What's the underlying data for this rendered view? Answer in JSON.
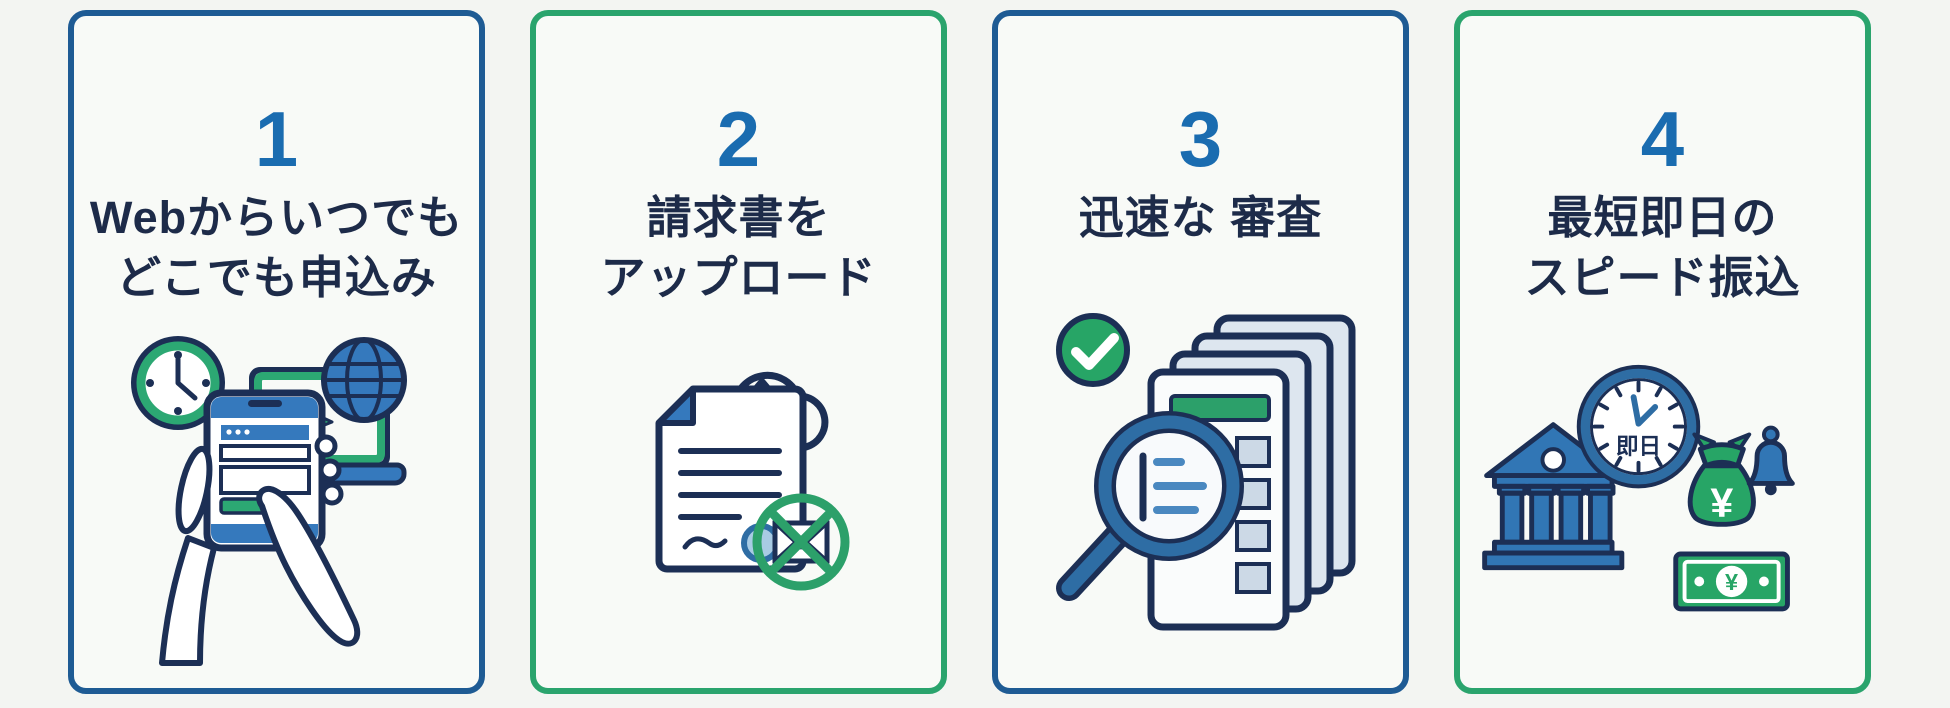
{
  "page": {
    "background_color": "#f3f5f2",
    "description_kind": "4-step process infographic"
  },
  "colors": {
    "card_background": "#f8faf7",
    "blue_border": "#1e5b94",
    "green_border": "#2aa46d",
    "number_blue": "#1a6cb0",
    "title_navy": "#1d2b49",
    "icon_outline_navy": "#1c2f55",
    "icon_blue": "#3579bd",
    "icon_green": "#2ca06a",
    "icon_light_blue": "#dde6ef"
  },
  "cards": [
    {
      "number": "1",
      "title_line1": "Webからいつでも",
      "title_line2": "どこでも申込み",
      "border_color": "#1e5b94",
      "icon": "web-apply-icon"
    },
    {
      "number": "2",
      "title_line1": "請求書を",
      "title_line2": "アップロード",
      "border_color": "#2aa46d",
      "icon": "invoice-upload-icon"
    },
    {
      "number": "3",
      "title_line1": "迅速な 審査",
      "title_line2": "",
      "border_color": "#1e5b94",
      "icon": "quick-screening-icon"
    },
    {
      "number": "4",
      "title_line1": "最短即日の",
      "title_line2": "スピード振込",
      "border_color": "#2aa46d",
      "icon": "same-day-transfer-icon"
    }
  ],
  "icon_text": {
    "clock_same_day_label": "即日",
    "money_bag_currency": "¥",
    "banknote_currency": "¥"
  }
}
